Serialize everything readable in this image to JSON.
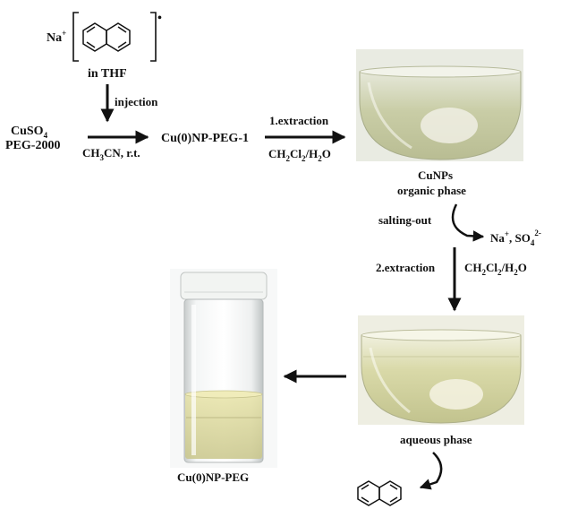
{
  "reagent": {
    "cation": "Na",
    "cation_charge": "+",
    "anion_charge": "•",
    "solvent": "in THF"
  },
  "step_injection": {
    "label": "injection"
  },
  "starting": {
    "line1_main": "CuSO",
    "line1_sub": "4",
    "line2": "PEG-2000"
  },
  "step_reaction": {
    "conditions_main": "CH",
    "conditions_sub": "3",
    "conditions_rest": "CN, r.t."
  },
  "intermediate": {
    "label": "Cu(0)NP-PEG-1"
  },
  "step_extraction1": {
    "label": "1.extraction",
    "solvent_a": "CH",
    "solvent_a_sub": "2",
    "solvent_b": "Cl",
    "solvent_b_sub": "2",
    "solvent_c": "/H",
    "solvent_c_sub": "2",
    "solvent_d": "O"
  },
  "organic": {
    "line1": "CuNPs",
    "line2": "organic phase"
  },
  "salting": {
    "label": "salting-out",
    "ion1": "Na",
    "ion1_charge": "+",
    "ion2_sep": ", SO",
    "ion2_sub": "4",
    "ion2_charge": "2-"
  },
  "step_extraction2": {
    "label": "2.extraction",
    "solvent_a": "CH",
    "solvent_a_sub": "2",
    "solvent_b": "Cl",
    "solvent_b_sub": "2",
    "solvent_c": "/H",
    "solvent_c_sub": "2",
    "solvent_d": "O"
  },
  "aqueous": {
    "label": "aqueous phase"
  },
  "product": {
    "label": "Cu(0)NP-PEG"
  },
  "colors": {
    "ink": "#111111",
    "flask_liquid": "#cfd2a8",
    "flask_glass": "#dfe2c8",
    "vial_liquid": "#d8d49a",
    "vial_cap": "#f2f4f2"
  }
}
